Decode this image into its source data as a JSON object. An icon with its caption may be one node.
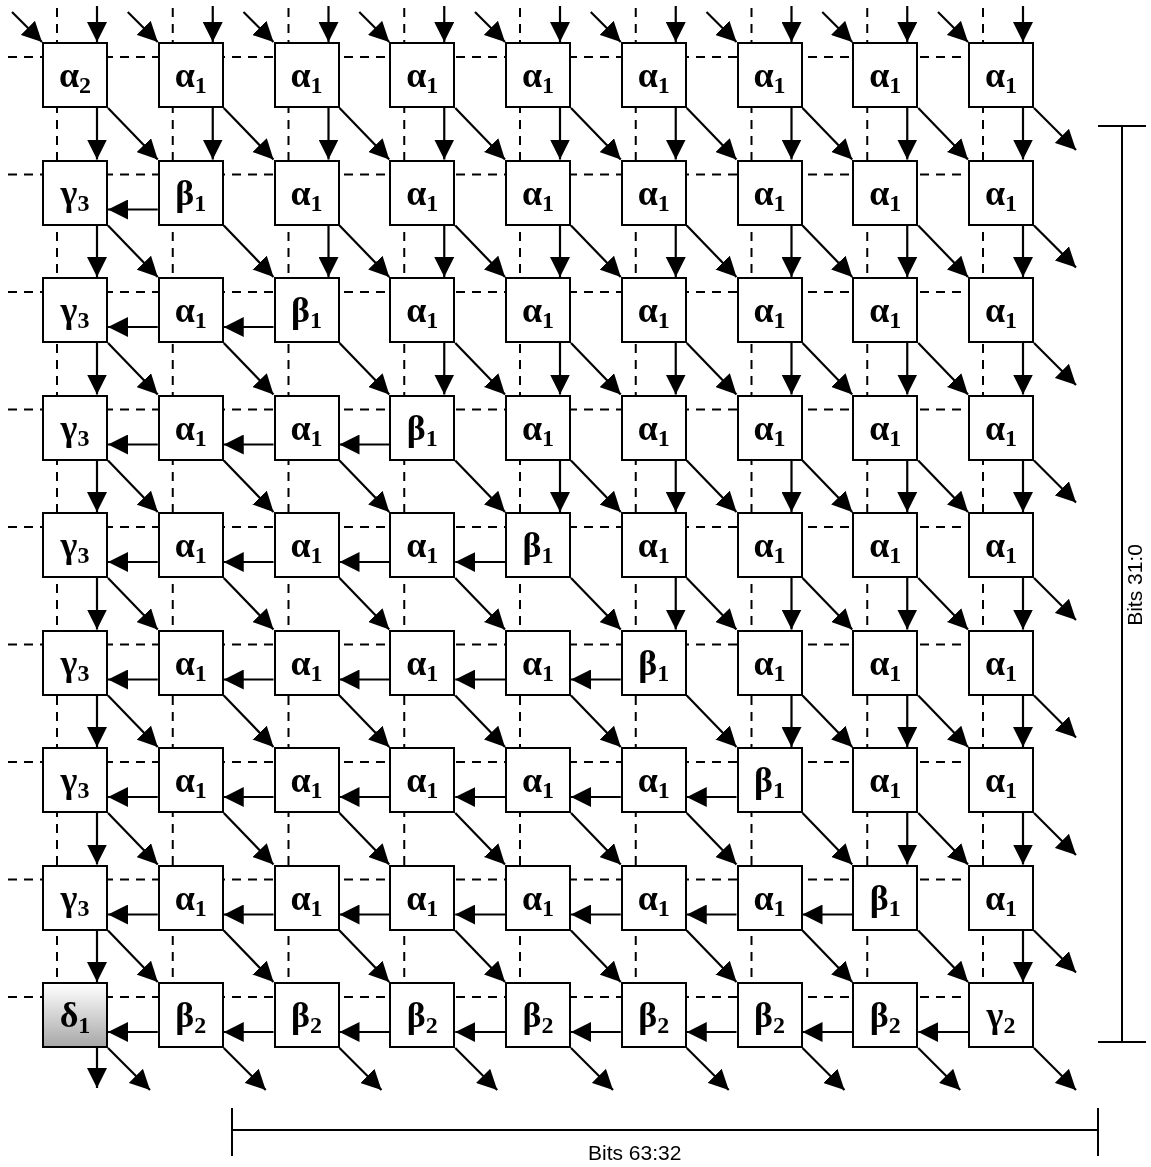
{
  "diagram": {
    "nodes": [
      {
        "text": [
          "α$_{2}$"
        ]
      },
      {
        "text": [
          "α$_{1}$"
        ]
      },
      {
        "text": [
          "α$_{1}$"
        ]
      },
      {
        "text": [
          "α$_{1}$"
        ]
      },
      {
        "text": [
          "α$_{1}$"
        ]
      },
      {
        "text": [
          "α$_{1}$"
        ]
      },
      {
        "text": [
          "α$_{1}$"
        ]
      },
      {
        "text": [
          "α$_{1}$"
        ]
      },
      {
        "text": [
          "α$_{1}$"
        ]
      },
      {
        "text": [
          "γ$_{3}$"
        ]
      },
      {
        "text": [
          "β$_{1}$"
        ]
      },
      {
        "text": [
          "α$_{1}$"
        ]
      },
      {
        "text": [
          "α$_{1}$"
        ]
      },
      {
        "text": [
          "α$_{1}$"
        ]
      },
      {
        "text": [
          "α$_{1}$"
        ]
      },
      {
        "text": [
          "α$_{1}$"
        ]
      },
      {
        "text": [
          "α$_{1}$"
        ]
      },
      {
        "text": [
          "α$_{1}$"
        ]
      },
      {
        "text": [
          "γ$_{3}$"
        ]
      },
      {
        "text": [
          "α$_{1}$"
        ]
      },
      {
        "text": [
          "β$_{1}$"
        ]
      },
      {
        "text": [
          "α$_{1}$"
        ]
      },
      {
        "text": [
          "α$_{1}$"
        ]
      },
      {
        "text": [
          "α$_{1}$"
        ]
      },
      {
        "text": [
          "α$_{1}$"
        ]
      },
      {
        "text": [
          "α$_{1}$"
        ]
      },
      {
        "text": [
          "α$_{1}$"
        ]
      },
      {
        "text": [
          "γ$_{3}$"
        ]
      },
      {
        "text": [
          "α$_{1}$"
        ]
      },
      {
        "text": [
          "α$_{1}$"
        ]
      },
      {
        "text": [
          "β$_{1}$"
        ]
      },
      {
        "text": [
          "α$_{1}$"
        ]
      },
      {
        "text": [
          "α$_{1}$"
        ]
      },
      {
        "text": [
          "α$_{1}$"
        ]
      },
      {
        "text": [
          "α$_{1}$"
        ]
      },
      {
        "text": [
          "α$_{1}$"
        ]
      },
      {
        "text": [
          "γ$_{3}$"
        ]
      },
      {
        "text": [
          "α$_{1}$"
        ]
      },
      {
        "text": [
          "α$_{1}$"
        ]
      },
      {
        "text": [
          "α$_{1}$"
        ]
      },
      {
        "text": [
          "β$_{1}$"
        ]
      },
      {
        "text": [
          "α$_{1}$"
        ]
      },
      {
        "text": [
          "α$_{1}$"
        ]
      },
      {
        "text": [
          "α$_{1}$"
        ]
      },
      {
        "text": [
          "α$_{1}$"
        ]
      },
      {
        "text": [
          "γ$_{3}$"
        ]
      },
      {
        "text": [
          "α$_{1}$"
        ]
      },
      {
        "text": [
          "α$_{1}$"
        ]
      },
      {
        "text": [
          "α$_{1}$"
        ]
      },
      {
        "text": [
          "α$_{1}$"
        ]
      },
      {
        "text": [
          "β$_{1}$"
        ]
      },
      {
        "text": [
          "α$_{1}$"
        ]
      },
      {
        "text": [
          "α$_{1}$"
        ]
      },
      {
        "text": [
          "α$_{1}$"
        ]
      },
      {
        "text": [
          "γ$_{3}$"
        ]
      },
      {
        "text": [
          "α$_{1}$"
        ]
      },
      {
        "text": [
          "α$_{1}$"
        ]
      },
      {
        "text": [
          "α$_{1}$"
        ]
      },
      {
        "text": [
          "α$_{1}$"
        ]
      },
      {
        "text": [
          "α$_{1}$"
        ]
      },
      {
        "text": [
          "β$_{1}$"
        ]
      },
      {
        "text": [
          "α$_{1}$"
        ]
      },
      {
        "text": [
          "α$_{1}$"
        ]
      },
      {
        "text": [
          "γ$_{3}$"
        ]
      },
      {
        "text": [
          "α$_{1}$"
        ]
      },
      {
        "text": [
          "α$_{1}$"
        ]
      },
      {
        "text": [
          "α$_{1}$"
        ]
      },
      {
        "text": [
          "α$_{1}$"
        ]
      },
      {
        "text": [
          "α$_{1}$"
        ]
      },
      {
        "text": [
          "α$_{1}$"
        ]
      },
      {
        "text": [
          "β$_{1}$"
        ]
      },
      {
        "text": [
          "α$_{1}$"
        ]
      },
      {
        "text": [
          "δ$_{1}$"
        ]
      },
      {
        "text": [
          "β$_{2}$"
        ]
      },
      {
        "text": [
          "β$_{2}$"
        ]
      },
      {
        "text": [
          "β$_{2}$"
        ]
      },
      {
        "text": [
          "β$_{2}$"
        ]
      },
      {
        "text": [
          "β$_{2}$"
        ]
      },
      {
        "text": [
          "β$_{2}$"
        ]
      },
      {
        "text": [
          "β$_{2}$"
        ]
      },
      {
        "text": [
          "γ$_{2}$"
        ]
      }
    ],
    "edges": [
      {
        "from": null,
        "to": 0,
        "arrow": "to"
      },
      {
        "from": null,
        "to": 0,
        "arrow": "to"
      },
      {
        "from": null,
        "to": 1,
        "arrow": "to"
      },
      {
        "from": null,
        "to": 1,
        "arrow": "to"
      },
      {
        "from": null,
        "to": 2,
        "arrow": "to"
      },
      {
        "from": null,
        "to": 2,
        "arrow": "to"
      },
      {
        "from": null,
        "to": 3,
        "arrow": "to"
      },
      {
        "from": null,
        "to": 3,
        "arrow": "to"
      },
      {
        "from": null,
        "to": 4,
        "arrow": "to"
      },
      {
        "from": null,
        "to": 4,
        "arrow": "to"
      },
      {
        "from": null,
        "to": 5,
        "arrow": "to"
      },
      {
        "from": null,
        "to": 5,
        "arrow": "to"
      },
      {
        "from": null,
        "to": 6,
        "arrow": "to"
      },
      {
        "from": null,
        "to": 6,
        "arrow": "to"
      },
      {
        "from": null,
        "to": 7,
        "arrow": "to"
      },
      {
        "from": null,
        "to": 7,
        "arrow": "to"
      },
      {
        "from": null,
        "to": 8,
        "arrow": "to"
      },
      {
        "from": null,
        "to": 8,
        "arrow": "to"
      },
      {
        "from": 0,
        "to": 9,
        "arrow": "to"
      },
      {
        "from": 0,
        "to": 10,
        "arrow": "to"
      },
      {
        "from": 1,
        "to": 10,
        "arrow": "to"
      },
      {
        "from": 1,
        "to": 11,
        "arrow": "to"
      },
      {
        "from": 2,
        "to": 11,
        "arrow": "to"
      },
      {
        "from": 2,
        "to": 12,
        "arrow": "to"
      },
      {
        "from": 3,
        "to": 12,
        "arrow": "to"
      },
      {
        "from": 3,
        "to": 13,
        "arrow": "to"
      },
      {
        "from": 4,
        "to": 13,
        "arrow": "to"
      },
      {
        "from": 4,
        "to": 14,
        "arrow": "to"
      },
      {
        "from": 5,
        "to": 14,
        "arrow": "to"
      },
      {
        "from": 5,
        "to": 15,
        "arrow": "to"
      },
      {
        "from": 6,
        "to": 15,
        "arrow": "to"
      },
      {
        "from": 6,
        "to": 16,
        "arrow": "to"
      },
      {
        "from": 7,
        "to": 16,
        "arrow": "to"
      },
      {
        "from": 7,
        "to": 17,
        "arrow": "to"
      },
      {
        "from": 8,
        "to": 17,
        "arrow": "to"
      },
      {
        "from": 8,
        "to": null,
        "arrow": "to"
      },
      {
        "from": 9,
        "to": 18,
        "arrow": "to"
      },
      {
        "from": 9,
        "to": 19,
        "arrow": "to"
      },
      {
        "from": 10,
        "to": 20,
        "arrow": "to"
      },
      {
        "from": 10,
        "to": 9,
        "arrow": "to"
      },
      {
        "from": 11,
        "to": 20,
        "arrow": "to"
      },
      {
        "from": 11,
        "to": 21,
        "arrow": "to"
      },
      {
        "from": 12,
        "to": 21,
        "arrow": "to"
      },
      {
        "from": 12,
        "to": 22,
        "arrow": "to"
      },
      {
        "from": 13,
        "to": 22,
        "arrow": "to"
      },
      {
        "from": 13,
        "to": 23,
        "arrow": "to"
      },
      {
        "from": 14,
        "to": 23,
        "arrow": "to"
      },
      {
        "from": 14,
        "to": 24,
        "arrow": "to"
      },
      {
        "from": 15,
        "to": 24,
        "arrow": "to"
      },
      {
        "from": 15,
        "to": 25,
        "arrow": "to"
      },
      {
        "from": 16,
        "to": 25,
        "arrow": "to"
      },
      {
        "from": 16,
        "to": 26,
        "arrow": "to"
      },
      {
        "from": 17,
        "to": 26,
        "arrow": "to"
      },
      {
        "from": 17,
        "to": null,
        "arrow": "to"
      },
      {
        "from": 18,
        "to": 27,
        "arrow": "to"
      },
      {
        "from": 18,
        "to": 28,
        "arrow": "to"
      },
      {
        "from": 19,
        "to": 29,
        "arrow": "to"
      },
      {
        "from": 19,
        "to": 18,
        "arrow": "to"
      },
      {
        "from": 20,
        "to": 30,
        "arrow": "to"
      },
      {
        "from": 20,
        "to": 19,
        "arrow": "to"
      },
      {
        "from": 21,
        "to": 30,
        "arrow": "to"
      },
      {
        "from": 21,
        "to": 31,
        "arrow": "to"
      },
      {
        "from": 22,
        "to": 31,
        "arrow": "to"
      },
      {
        "from": 22,
        "to": 32,
        "arrow": "to"
      },
      {
        "from": 23,
        "to": 32,
        "arrow": "to"
      },
      {
        "from": 23,
        "to": 33,
        "arrow": "to"
      },
      {
        "from": 24,
        "to": 33,
        "arrow": "to"
      },
      {
        "from": 24,
        "to": 34,
        "arrow": "to"
      },
      {
        "from": 25,
        "to": 34,
        "arrow": "to"
      },
      {
        "from": 25,
        "to": 35,
        "arrow": "to"
      },
      {
        "from": 26,
        "to": 35,
        "arrow": "to"
      },
      {
        "from": 26,
        "to": null,
        "arrow": "to"
      },
      {
        "from": 27,
        "to": 36,
        "arrow": "to"
      },
      {
        "from": 27,
        "to": 37,
        "arrow": "to"
      },
      {
        "from": 28,
        "to": 38,
        "arrow": "to"
      },
      {
        "from": 28,
        "to": 27,
        "arrow": "to"
      },
      {
        "from": 29,
        "to": 39,
        "arrow": "to"
      },
      {
        "from": 29,
        "to": 28,
        "arrow": "to"
      },
      {
        "from": 30,
        "to": 40,
        "arrow": "to"
      },
      {
        "from": 30,
        "to": 29,
        "arrow": "to"
      },
      {
        "from": 31,
        "to": 40,
        "arrow": "to"
      },
      {
        "from": 31,
        "to": 41,
        "arrow": "to"
      },
      {
        "from": 32,
        "to": 41,
        "arrow": "to"
      },
      {
        "from": 32,
        "to": 42,
        "arrow": "to"
      },
      {
        "from": 33,
        "to": 42,
        "arrow": "to"
      },
      {
        "from": 33,
        "to": 43,
        "arrow": "to"
      },
      {
        "from": 34,
        "to": 43,
        "arrow": "to"
      },
      {
        "from": 34,
        "to": 44,
        "arrow": "to"
      },
      {
        "from": 35,
        "to": 44,
        "arrow": "to"
      },
      {
        "from": 35,
        "to": null,
        "arrow": "to"
      },
      {
        "from": 36,
        "to": 45,
        "arrow": "to"
      },
      {
        "from": 36,
        "to": 46,
        "arrow": "to"
      },
      {
        "from": 37,
        "to": 47,
        "arrow": "to"
      },
      {
        "from": 37,
        "to": 36,
        "arrow": "to"
      },
      {
        "from": 38,
        "to": 48,
        "arrow": "to"
      },
      {
        "from": 38,
        "to": 37,
        "arrow": "to"
      },
      {
        "from": 39,
        "to": 49,
        "arrow": "to"
      },
      {
        "from": 39,
        "to": 38,
        "arrow": "to"
      },
      {
        "from": 40,
        "to": 50,
        "arrow": "to"
      },
      {
        "from": 40,
        "to": 39,
        "arrow": "to"
      },
      {
        "from": 41,
        "to": 50,
        "arrow": "to"
      },
      {
        "from": 41,
        "to": 51,
        "arrow": "to"
      },
      {
        "from": 42,
        "to": 51,
        "arrow": "to"
      },
      {
        "from": 42,
        "to": 52,
        "arrow": "to"
      },
      {
        "from": 43,
        "to": 52,
        "arrow": "to"
      },
      {
        "from": 43,
        "to": 53,
        "arrow": "to"
      },
      {
        "from": 44,
        "to": 53,
        "arrow": "to"
      },
      {
        "from": 44,
        "to": null,
        "arrow": "to"
      },
      {
        "from": 45,
        "to": 54,
        "arrow": "to"
      },
      {
        "from": 45,
        "to": 55,
        "arrow": "to"
      },
      {
        "from": 46,
        "to": 56,
        "arrow": "to"
      },
      {
        "from": 46,
        "to": 45,
        "arrow": "to"
      },
      {
        "from": 47,
        "to": 57,
        "arrow": "to"
      },
      {
        "from": 47,
        "to": 46,
        "arrow": "to"
      },
      {
        "from": 48,
        "to": 58,
        "arrow": "to"
      },
      {
        "from": 48,
        "to": 47,
        "arrow": "to"
      },
      {
        "from": 49,
        "to": 59,
        "arrow": "to"
      },
      {
        "from": 49,
        "to": 48,
        "arrow": "to"
      },
      {
        "from": 50,
        "to": 60,
        "arrow": "to"
      },
      {
        "from": 50,
        "to": 49,
        "arrow": "to"
      },
      {
        "from": 51,
        "to": 60,
        "arrow": "to"
      },
      {
        "from": 51,
        "to": 61,
        "arrow": "to"
      },
      {
        "from": 52,
        "to": 61,
        "arrow": "to"
      },
      {
        "from": 52,
        "to": 62,
        "arrow": "to"
      },
      {
        "from": 53,
        "to": 62,
        "arrow": "to"
      },
      {
        "from": 53,
        "to": null,
        "arrow": "to"
      },
      {
        "from": 54,
        "to": 63,
        "arrow": "to"
      },
      {
        "from": 54,
        "to": 64,
        "arrow": "to"
      },
      {
        "from": 55,
        "to": 65,
        "arrow": "to"
      },
      {
        "from": 55,
        "to": 54,
        "arrow": "to"
      },
      {
        "from": 56,
        "to": 66,
        "arrow": "to"
      },
      {
        "from": 56,
        "to": 55,
        "arrow": "to"
      },
      {
        "from": 57,
        "to": 67,
        "arrow": "to"
      },
      {
        "from": 57,
        "to": 56,
        "arrow": "to"
      },
      {
        "from": 58,
        "to": 68,
        "arrow": "to"
      },
      {
        "from": 58,
        "to": 57,
        "arrow": "to"
      },
      {
        "from": 59,
        "to": 69,
        "arrow": "to"
      },
      {
        "from": 59,
        "to": 58,
        "arrow": "to"
      },
      {
        "from": 60,
        "to": 70,
        "arrow": "to"
      },
      {
        "from": 60,
        "to": 59,
        "arrow": "to"
      },
      {
        "from": 61,
        "to": 70,
        "arrow": "to"
      },
      {
        "from": 61,
        "to": 71,
        "arrow": "to"
      },
      {
        "from": 62,
        "to": 71,
        "arrow": "to"
      },
      {
        "from": 62,
        "to": null,
        "arrow": "to"
      },
      {
        "from": 63,
        "to": 72,
        "arrow": "to"
      },
      {
        "from": 63,
        "to": 73,
        "arrow": "to"
      },
      {
        "from": 64,
        "to": 74,
        "arrow": "to"
      },
      {
        "from": 64,
        "to": 63,
        "arrow": "to"
      },
      {
        "from": 65,
        "to": 75,
        "arrow": "to"
      },
      {
        "from": 65,
        "to": 64,
        "arrow": "to"
      },
      {
        "from": 66,
        "to": 76,
        "arrow": "to"
      },
      {
        "from": 66,
        "to": 65,
        "arrow": "to"
      },
      {
        "from": 67,
        "to": 77,
        "arrow": "to"
      },
      {
        "from": 67,
        "to": 66,
        "arrow": "to"
      },
      {
        "from": 68,
        "to": 78,
        "arrow": "to"
      },
      {
        "from": 68,
        "to": 67,
        "arrow": "to"
      },
      {
        "from": 69,
        "to": 79,
        "arrow": "to"
      },
      {
        "from": 69,
        "to": 68,
        "arrow": "to"
      },
      {
        "from": 70,
        "to": 80,
        "arrow": "to"
      },
      {
        "from": 70,
        "to": 69,
        "arrow": "to"
      },
      {
        "from": 71,
        "to": 80,
        "arrow": "to"
      },
      {
        "from": 71,
        "to": null,
        "arrow": "to"
      },
      {
        "from": 72,
        "to": null,
        "arrow": "to"
      },
      {
        "from": 72,
        "to": null,
        "arrow": "to"
      },
      {
        "from": 73,
        "to": null,
        "arrow": "to"
      },
      {
        "from": 73,
        "to": 72,
        "arrow": "to"
      },
      {
        "from": 74,
        "to": null,
        "arrow": "to"
      },
      {
        "from": 74,
        "to": 73,
        "arrow": "to"
      },
      {
        "from": 75,
        "to": null,
        "arrow": "to"
      },
      {
        "from": 75,
        "to": 74,
        "arrow": "to"
      },
      {
        "from": 76,
        "to": null,
        "arrow": "to"
      },
      {
        "from": 76,
        "to": 75,
        "arrow": "to"
      },
      {
        "from": 77,
        "to": null,
        "arrow": "to"
      },
      {
        "from": 77,
        "to": 76,
        "arrow": "to"
      },
      {
        "from": 78,
        "to": null,
        "arrow": "to"
      },
      {
        "from": 78,
        "to": 77,
        "arrow": "to"
      },
      {
        "from": 79,
        "to": null,
        "arrow": "to"
      },
      {
        "from": 79,
        "to": 78,
        "arrow": "to"
      },
      {
        "from": 80,
        "to": null,
        "arrow": "to"
      },
      {
        "from": 80,
        "to": 79,
        "arrow": "to"
      }
    ],
    "labels": [
      "Bits 31:0",
      "Bits 63:32"
    ]
  }
}
